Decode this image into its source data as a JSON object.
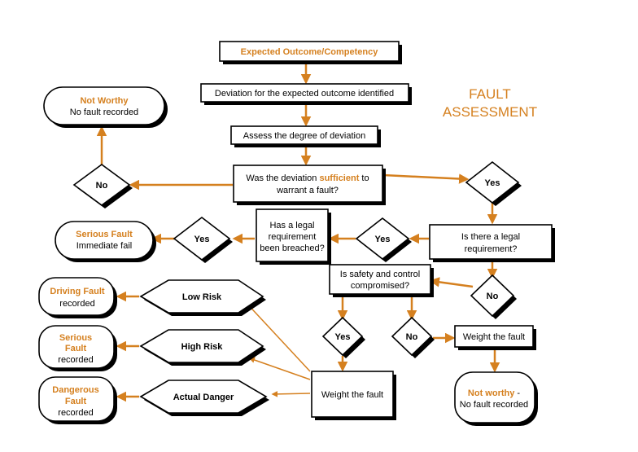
{
  "title": {
    "line1": "FAULT",
    "line2": "ASSESSMENT"
  },
  "nodes": {
    "expected": "Expected Outcome/Competency",
    "deviation_identified": "Deviation for the expected outcome identified",
    "assess": "Assess the degree of deviation",
    "sufficient": {
      "pre": "Was the deviation ",
      "highlight": "sufficient",
      "post": " to",
      "line2": "warrant a fault?"
    },
    "no_left": "No",
    "not_worthy_top": {
      "title": "Not Worthy",
      "text": "No fault recorded"
    },
    "yes_right": "Yes",
    "legal_req": {
      "line1": "Is there a legal",
      "line2": "requirement?"
    },
    "yes_legal": "Yes",
    "breached": {
      "line1": "Has a legal",
      "line2": "requirement",
      "line3": "been breached?"
    },
    "yes_breached": "Yes",
    "serious_fail": {
      "title": "Serious Fault",
      "text": "Immediate fail"
    },
    "no_legal": "No",
    "safety": {
      "line1": "Is safety and control",
      "line2": "compromised?"
    },
    "yes_safety": "Yes",
    "no_safety": "No",
    "weight_right": "Weight the fault",
    "not_worthy_bottom": {
      "title": "Not worthy",
      "suffix": " -",
      "text": "No fault recorded"
    },
    "weight_left": "Weight the fault",
    "low_risk": "Low Risk",
    "high_risk": "High Risk",
    "actual_danger": "Actual Danger",
    "driving_fault": {
      "title": "Driving Fault",
      "text": "recorded"
    },
    "serious_fault": {
      "title1": "Serious",
      "title2": "Fault",
      "text": "recorded"
    },
    "dangerous_fault": {
      "title1": "Dangerous",
      "title2": "Fault",
      "text": "recorded"
    }
  },
  "colors": {
    "accent": "#d5801f",
    "line": "#d5801f",
    "border": "#000000"
  }
}
